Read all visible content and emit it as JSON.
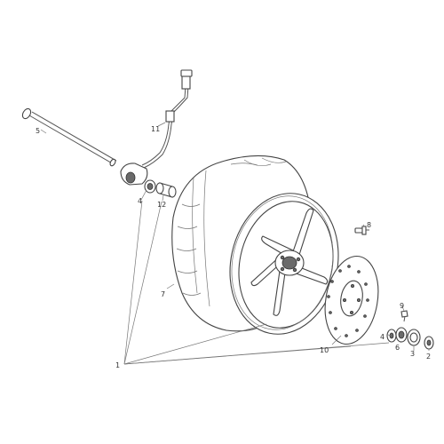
{
  "diagram": {
    "parts": [
      {
        "id": "axle",
        "label": "5"
      },
      {
        "id": "speedo-cable",
        "label": "11"
      },
      {
        "id": "bearing-left",
        "label": "4"
      },
      {
        "id": "spacer-left",
        "label": "12"
      },
      {
        "id": "tyre",
        "label": "7"
      },
      {
        "id": "valve",
        "label": "8"
      },
      {
        "id": "brake-disc",
        "label": "10"
      },
      {
        "id": "disc-bolt",
        "label": "9"
      },
      {
        "id": "bearing-right",
        "label": "4"
      },
      {
        "id": "seal",
        "label": "6"
      },
      {
        "id": "spacer-right",
        "label": "3"
      },
      {
        "id": "dust-cap",
        "label": "2"
      },
      {
        "id": "wheel-assembly",
        "label": "1"
      }
    ]
  }
}
